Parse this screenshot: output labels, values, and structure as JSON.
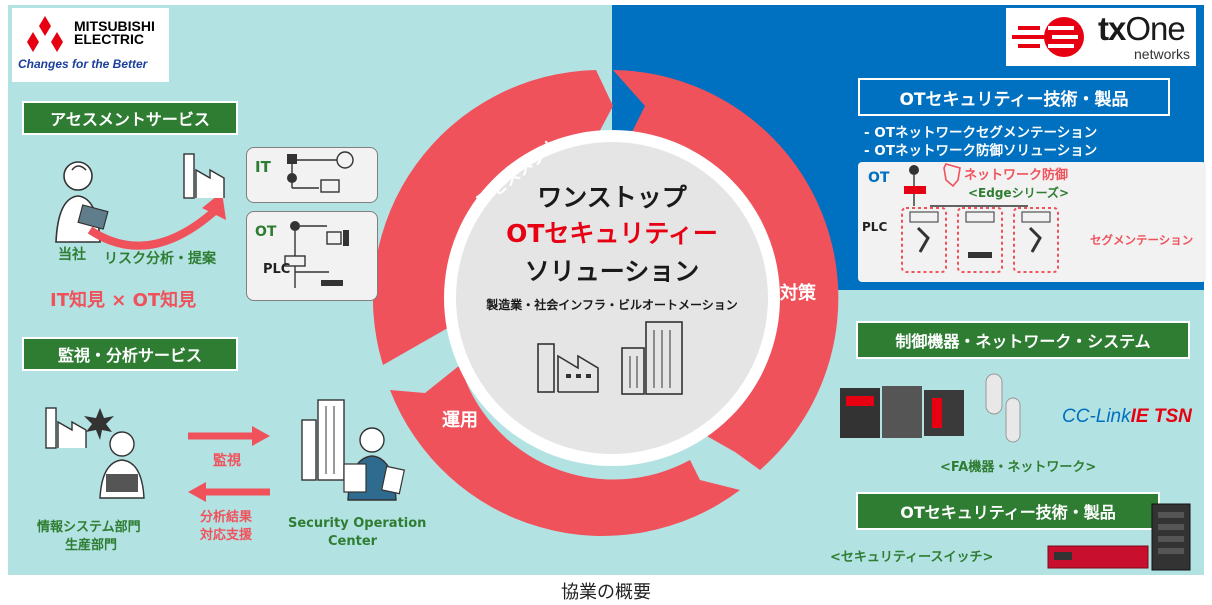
{
  "logos": {
    "mitsubishi_name": "MITSUBISHI ELECTRIC",
    "mitsubishi_slogan": "Changes for the Better",
    "txone_name_bold": "tx",
    "txone_name_rest": "One",
    "txone_sub": "networks"
  },
  "center": {
    "title_line1": "ワンストップ",
    "title_line2": "OTセキュリティー",
    "title_line3": "ソリューション",
    "subtitle": "製造業・社会インフラ・ビルオートメーション"
  },
  "ring": {
    "segment_assessment": "アセスメント",
    "segment_countermeasure": "対策",
    "segment_operation": "運用"
  },
  "assessment": {
    "title": "アセスメントサービス",
    "company": "当社",
    "action": "リスク分析・提案",
    "knowledge": "IT知見 × OT知見",
    "it_label": "IT",
    "ot_label": "OT",
    "plc_label": "PLC"
  },
  "monitoring": {
    "title": "監視・分析サービス",
    "arrow_monitor": "監視",
    "arrow_analysis_line1": "分析結果",
    "arrow_analysis_line2": "対応支援",
    "dept_line1": "情報システム部門",
    "dept_line2": "生産部門",
    "soc_line1": "Security Operation",
    "soc_line2": "Center"
  },
  "txone_tech": {
    "title": "OTセキュリティー技術・製品",
    "bullet1": "-  OTネットワークセグメンテーション",
    "bullet2": "-  OTネットワーク防御ソリューション",
    "ot_label": "OT",
    "defense_label": "ネットワーク防御",
    "edge_label": "<Edgeシリーズ>",
    "plc_label": "PLC",
    "segmentation_label": "セグメンテーション"
  },
  "control": {
    "title": "制御機器・ネットワーク・システム",
    "cclink_a": "CC-Link",
    "cclink_b": "IE TSN",
    "fa_label": "<FA機器・ネットワーク>"
  },
  "ot_products": {
    "title": "OTセキュリティー技術・製品",
    "switch_label": "<セキュリティースイッチ>"
  },
  "caption": "協業の概要",
  "colors": {
    "ring_red": "#f0525c",
    "green": "#2e7d32",
    "blue": "#0070c0",
    "background": "#b3e2e3"
  }
}
